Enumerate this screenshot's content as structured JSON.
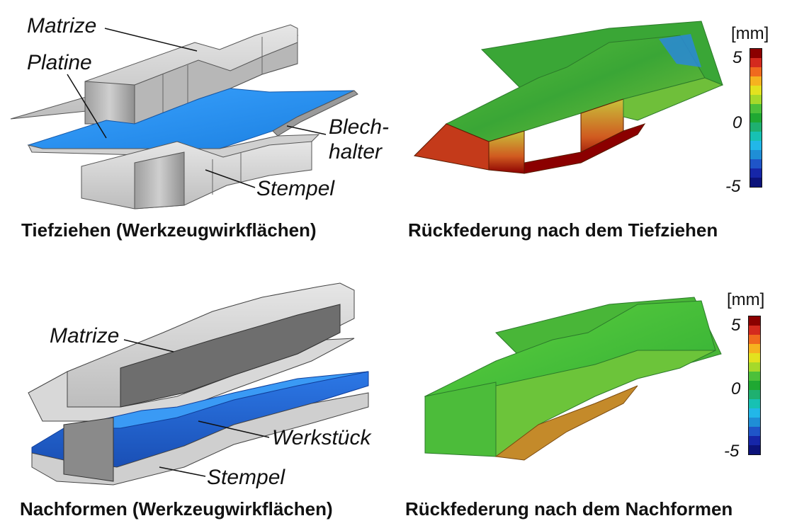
{
  "top_left": {
    "labels": {
      "matrize": "Matrize",
      "platine": "Platine",
      "blechhalter_1": "Blech-",
      "blechhalter_2": "halter",
      "stempel": "Stempel"
    },
    "caption": "Tiefziehen (Werkzeugwirkflächen)"
  },
  "top_right": {
    "caption": "Rückfederung nach dem Tiefziehen",
    "legend": {
      "unit": "[mm]",
      "ticks": [
        "5",
        "0",
        "-5"
      ],
      "colors": [
        "#8b0000",
        "#d42a1e",
        "#f06a1e",
        "#f6b31f",
        "#e3e21f",
        "#a6d92a",
        "#4cc03a",
        "#1fa832",
        "#1fb070",
        "#17c1b3",
        "#22b7e8",
        "#1f8ed6",
        "#1f55c8",
        "#1626a8",
        "#0c137a"
      ]
    }
  },
  "bottom_left": {
    "labels": {
      "matrize": "Matrize",
      "werkstueck": "Werkstück",
      "stempel": "Stempel"
    },
    "caption": "Nachformen (Werkzeugwirkflächen)"
  },
  "bottom_right": {
    "caption": "Rückfederung nach dem Nachformen",
    "legend": {
      "unit": "[mm]",
      "ticks": [
        "5",
        "0",
        "-5"
      ],
      "colors": [
        "#8b0000",
        "#d42a1e",
        "#f06a1e",
        "#f6b31f",
        "#e3e21f",
        "#a6d92a",
        "#4cc03a",
        "#1fa832",
        "#1fb070",
        "#17c1b3",
        "#22b7e8",
        "#1f8ed6",
        "#1f55c8",
        "#1626a8",
        "#0c137a"
      ]
    }
  },
  "colors": {
    "tool_gray": "#c9c9c9",
    "tool_dark": "#8c8c8c",
    "blank_blue": "#2a8ef0",
    "workpiece_blue": "#1f5fc8"
  }
}
